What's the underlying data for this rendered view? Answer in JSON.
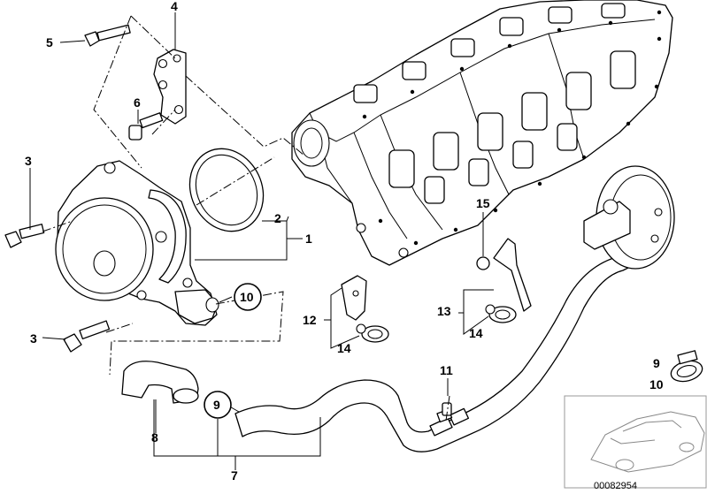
{
  "callouts": {
    "c1": "1",
    "c2": "2",
    "c3a": "3",
    "c3b": "3",
    "c4": "4",
    "c5": "5",
    "c6": "6",
    "c7": "7",
    "c8": "8",
    "c9a": "9",
    "c9b": "9",
    "c10a": "10",
    "c10b": "10",
    "c11": "11",
    "c12": "12",
    "c13": "13",
    "c14a": "14",
    "c14b": "14",
    "c15": "15"
  },
  "document_number": "00082954"
}
